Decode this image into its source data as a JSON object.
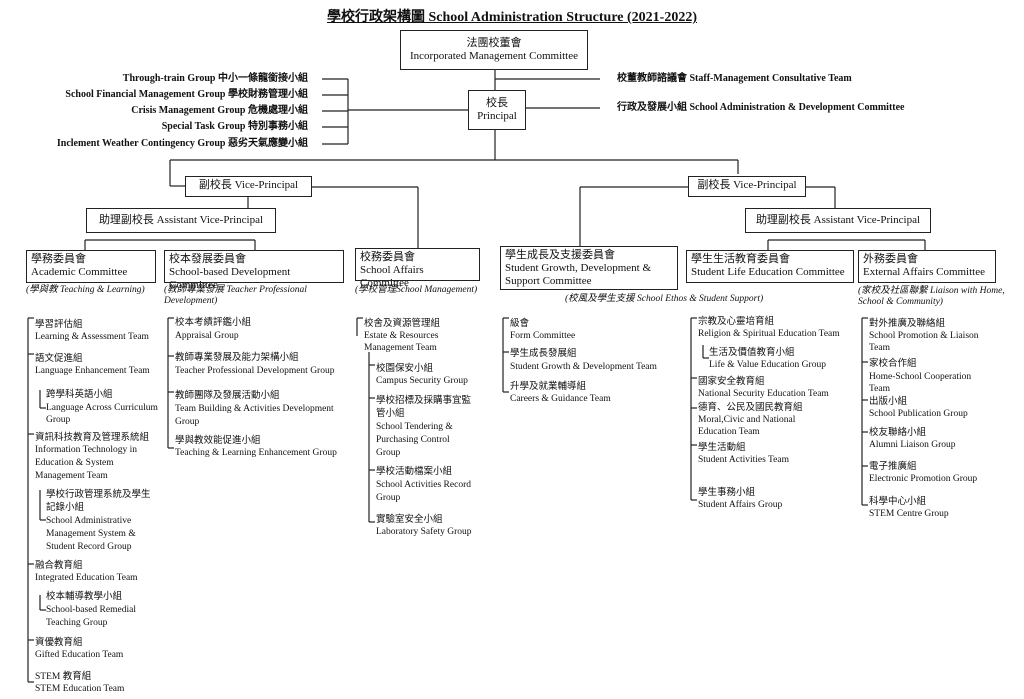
{
  "title": "學校行政架構圖  School Administration Structure (2021-2022)",
  "imc": [
    "法團校董會",
    "Incorporated Management Committee"
  ],
  "principal": [
    "校長",
    "Principal"
  ],
  "left_groups": [
    "Through-train Group 中小一條龍銜接小組",
    "School Financial Management Group 學校財務管理小組",
    "Crisis Management Group 危機處理小組",
    "Special Task Group 特別事務小組",
    "Inclement Weather Contingency Group 惡劣天氣應變小組"
  ],
  "right_groups": [
    "校董教師諮議會 Staff-Management Consultative Team",
    "行政及發展小組 School Administration & Development Committee"
  ],
  "vp": "副校長  Vice-Principal",
  "avp": "助理副校長  Assistant Vice-Principal",
  "committees": [
    {
      "zh": "學務委員會",
      "en": "Academic Committee",
      "note": "(學與教 Teaching & Learning)"
    },
    {
      "zh": "校本發展委員會",
      "en": "School-based Development Committee",
      "note": "(教師專業發展  Teacher Professional Development)"
    },
    {
      "zh": "校務委員會",
      "en": "School Affairs Committee",
      "note": "(學校管理School Management)"
    },
    {
      "zh": "學生成長及支援委員會",
      "en": "Student Growth, Development & Support Committee",
      "note": "(校風及學生支援 School Ethos & Student Support)"
    },
    {
      "zh": "學生生活教育委員會",
      "en": "Student Life Education Committee",
      "note": ""
    },
    {
      "zh": "外務委員會",
      "en": "External Affairs Committee",
      "note": "(家校及社區聯繫  Liaison with Home, School & Community)"
    }
  ],
  "academic": [
    "學習評估組",
    "Learning & Assessment Team",
    "語文促進組",
    "Language Enhancement Team",
    "跨學科英語小組",
    "Language Across Curriculum",
    "Group",
    "資訊科技教育及管理系統組",
    "Information Technology in",
    "Education & System",
    "Management Team",
    "學校行政管理系統及學生",
    "記錄小組",
    "School Administrative",
    "Management System &",
    "Student Record Group",
    "融合教育組",
    "Integrated Education Team",
    "校本輔導教學小組",
    "School-based Remedial",
    "Teaching Group",
    "資優教育組",
    "Gifted Education Team",
    "STEM 教育組",
    "STEM Education Team"
  ],
  "sbd": [
    "校本考績評鑑小組",
    "Appraisal Group",
    "教師專業發展及能力架構小組",
    "Teacher Professional Development Group",
    "教師團隊及發展活動小組",
    "Team Building & Activities Development",
    "Group",
    "學與教效能促進小組",
    "Teaching & Learning Enhancement Group"
  ],
  "sa": [
    "校舍及資源管理組",
    "Estate & Resources",
    "Management Team",
    "校園保安小組",
    "Campus Security Group",
    "學校招標及採購事宜監",
    "管小組",
    "School Tendering &",
    "Purchasing Control",
    "Group",
    "學校活動檔案小組",
    "School Activities Record",
    "Group",
    "實驗室安全小組",
    "Laboratory Safety Group"
  ],
  "sg": [
    "級會",
    "Form Committee",
    "學生成長發展組",
    "Student Growth & Development Team",
    "升學及就業輔導組",
    "Careers & Guidance Team"
  ],
  "sl": [
    "宗教及心靈培育組",
    "Religion & Spiritual Education Team",
    "生活及價值教育小組",
    "Life & Value Education Group",
    "國家安全教育組",
    "National Security Education Team",
    "德育、公民及國民教育組",
    "Moral,Civic and National",
    "Education Team",
    "學生活動組",
    "Student Activities Team",
    "學生事務小組",
    "Student Affairs Group"
  ],
  "ea": [
    "對外推廣及聯絡組",
    "School Promotion & Liaison",
    "Team",
    "家校合作組",
    "Home-School Cooperation",
    "Team",
    "出版小組",
    "School Publication Group",
    "校友聯絡小組",
    "Alumni Liaison Group",
    "電子推廣組",
    "Electronic Promotion Group",
    "科學中心小組",
    "STEM Centre Group"
  ]
}
